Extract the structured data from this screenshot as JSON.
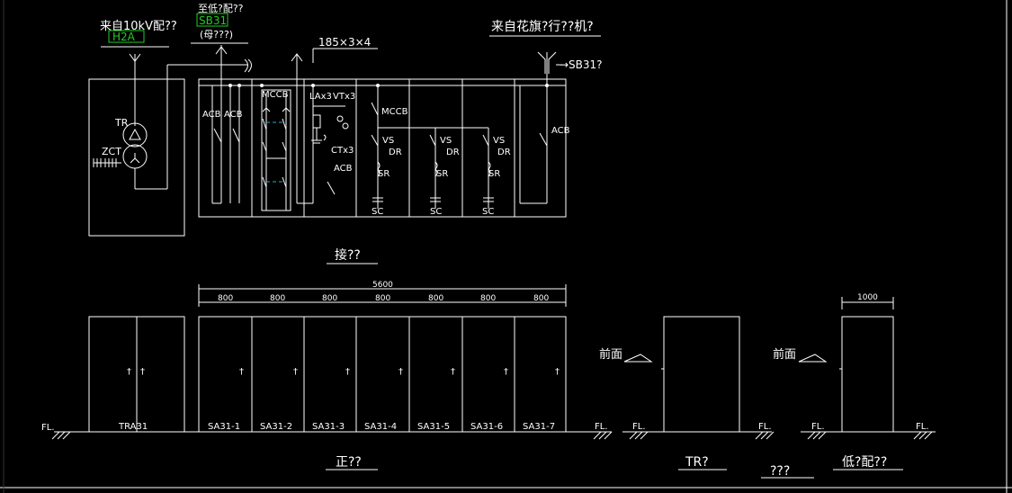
{
  "colors": {
    "background": "#000000",
    "line": "#ffffff",
    "highlight": "#22cc22",
    "accent_dash": "#2aa7c9"
  },
  "schematic": {
    "incoming_label": "来自10kV配??",
    "incoming_code": "H2A",
    "to_lv_label": "至低?配??",
    "to_lv_code": "SB31",
    "to_lv_sub": "(母???)",
    "cable_spec": "185×3×4",
    "from_generator_label": "来自花旗?行??机?",
    "generator_feed": "→SB31?",
    "tr_label": "TR",
    "zct_label": "ZCT",
    "acb_label": "ACB",
    "mccb_label": "MCCB",
    "lax3_label": "LAx3",
    "vtx3_label": "VTx3",
    "ctx3_label": "CTx3",
    "vs_label": "VS",
    "dr_label": "DR",
    "sr_label": "SR",
    "sc_label": "SC",
    "wiring_title": "接??"
  },
  "front_view": {
    "total_width": "5600",
    "module_widths": [
      "800",
      "800",
      "800",
      "800",
      "800",
      "800",
      "800"
    ],
    "transformer_label": "TRA31",
    "panels": [
      "SA31-1",
      "SA31-2",
      "SA31-3",
      "SA31-4",
      "SA31-5",
      "SA31-6",
      "SA31-7"
    ],
    "floor_label": "FL.",
    "title": "正??"
  },
  "side_views": {
    "front_label": "前面",
    "tr_title": "TR?",
    "lv_width": "1000",
    "lv_title": "低?配??",
    "group_label": "???"
  }
}
